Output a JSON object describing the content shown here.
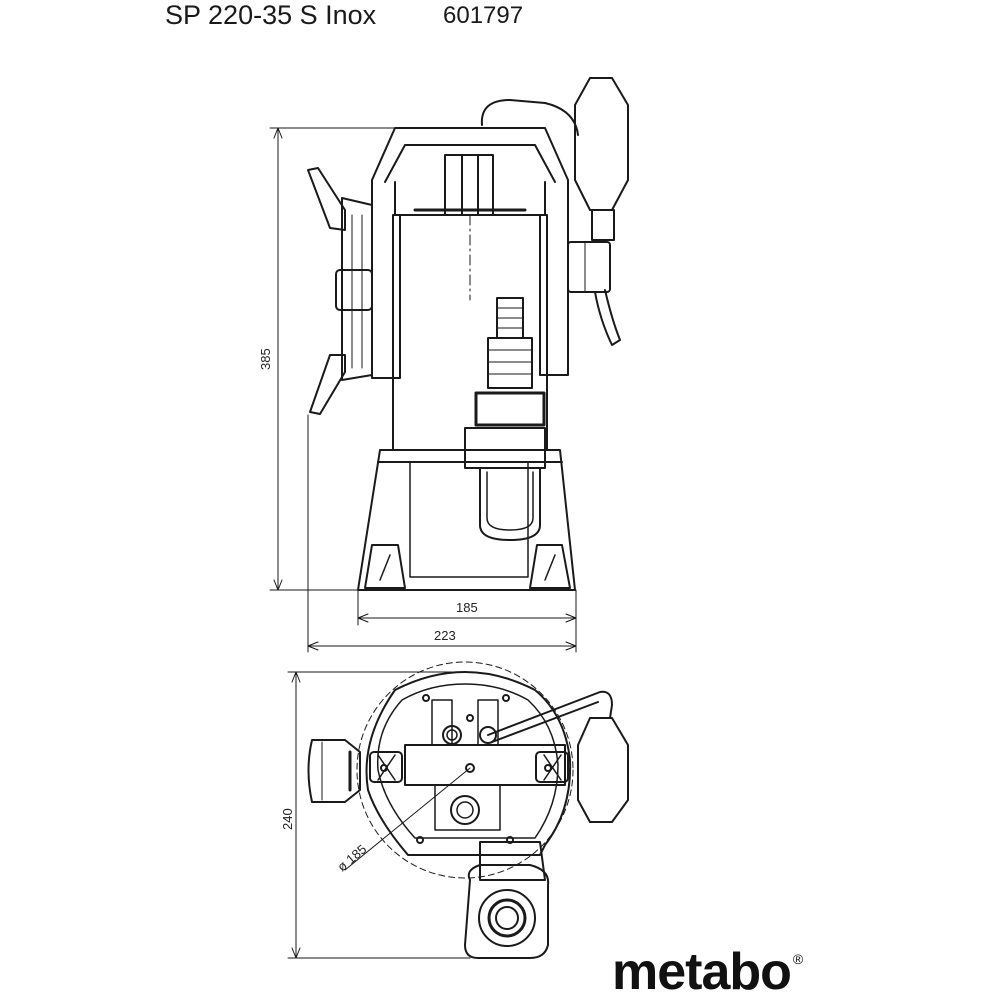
{
  "header": {
    "model": "SP 220-35 S Inox",
    "article_number": "601797"
  },
  "dimensions": {
    "height": "385",
    "base_width": "185",
    "total_width": "223",
    "depth": "240",
    "diameter": "ø 185"
  },
  "brand": {
    "name": "metabo",
    "registered_mark": "®"
  },
  "colors": {
    "line": "#1a1a1a",
    "background": "#ffffff"
  }
}
